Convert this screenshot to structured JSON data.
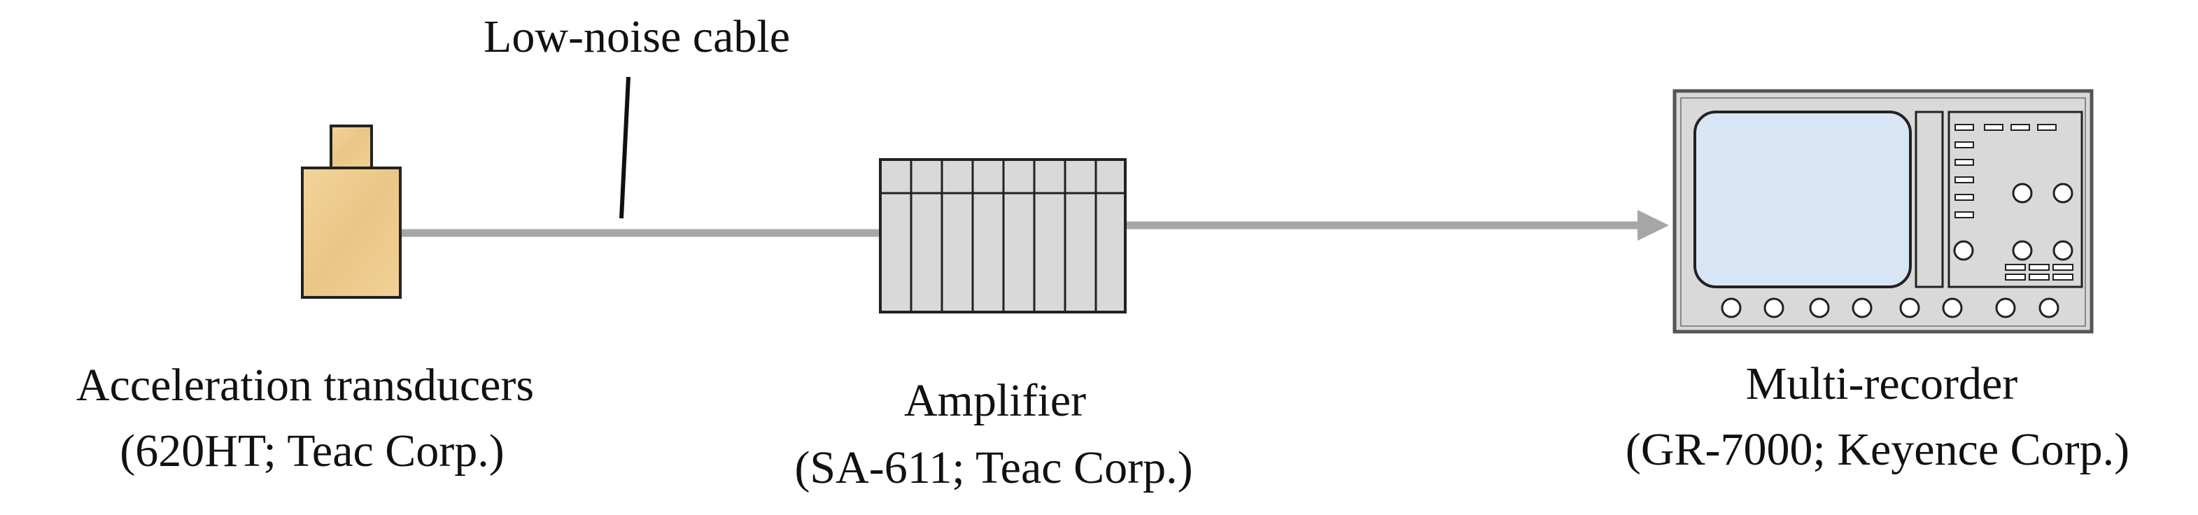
{
  "cable_label": "Low-noise cable",
  "devices": {
    "transducer": {
      "name": "Acceleration transducers",
      "detail": "(620HT; Teac Corp.)"
    },
    "amplifier": {
      "name": "Amplifier",
      "detail": "(SA-611; Teac Corp.)"
    },
    "recorder": {
      "name": "Multi-recorder",
      "detail": "(GR-7000; Keyence Corp.)"
    }
  },
  "colors": {
    "transducer_fill": "#f0cd8f",
    "screen_fill": "#d8e5f4",
    "cable": "#a6a6a6",
    "panel": "#d9d9d9",
    "outline": "#222222"
  }
}
